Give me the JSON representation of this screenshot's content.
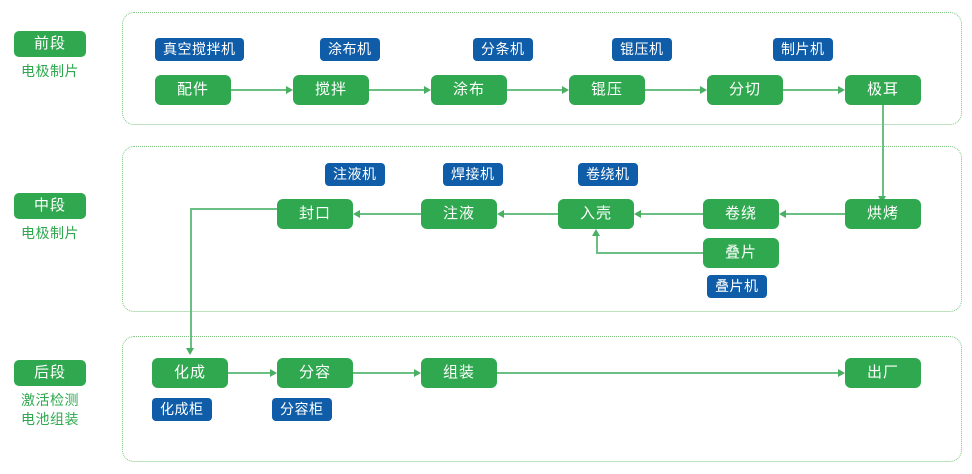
{
  "colors": {
    "green": "#2fa84f",
    "blue": "#0f5da8",
    "edge": "#6cbf82",
    "panel_border": "#7cc47f",
    "background": "#ffffff"
  },
  "stages": [
    {
      "badge": "前段",
      "sub": "电极制片"
    },
    {
      "badge": "中段",
      "sub": "电极制片"
    },
    {
      "badge": "后段",
      "sub": "激活检测\n电池组装"
    }
  ],
  "front_stage": {
    "nodes": [
      {
        "label": "配件"
      },
      {
        "label": "搅拌"
      },
      {
        "label": "涂布"
      },
      {
        "label": "锟压"
      },
      {
        "label": "分切"
      },
      {
        "label": "极耳"
      }
    ],
    "tags": [
      {
        "label": "真空搅拌机"
      },
      {
        "label": "涂布机"
      },
      {
        "label": "分条机"
      },
      {
        "label": "锟压机"
      },
      {
        "label": "制片机"
      }
    ]
  },
  "middle_stage": {
    "nodes": [
      {
        "label": "封口"
      },
      {
        "label": "注液"
      },
      {
        "label": "入壳"
      },
      {
        "label": "卷绕"
      },
      {
        "label": "烘烤"
      },
      {
        "label": "叠片"
      }
    ],
    "tags": [
      {
        "label": "注液机"
      },
      {
        "label": "焊接机"
      },
      {
        "label": "卷绕机"
      },
      {
        "label": "叠片机"
      }
    ]
  },
  "back_stage": {
    "nodes": [
      {
        "label": "化成"
      },
      {
        "label": "分容"
      },
      {
        "label": "组装"
      },
      {
        "label": "出厂"
      }
    ],
    "tags": [
      {
        "label": "化成柜"
      },
      {
        "label": "分容柜"
      }
    ]
  }
}
